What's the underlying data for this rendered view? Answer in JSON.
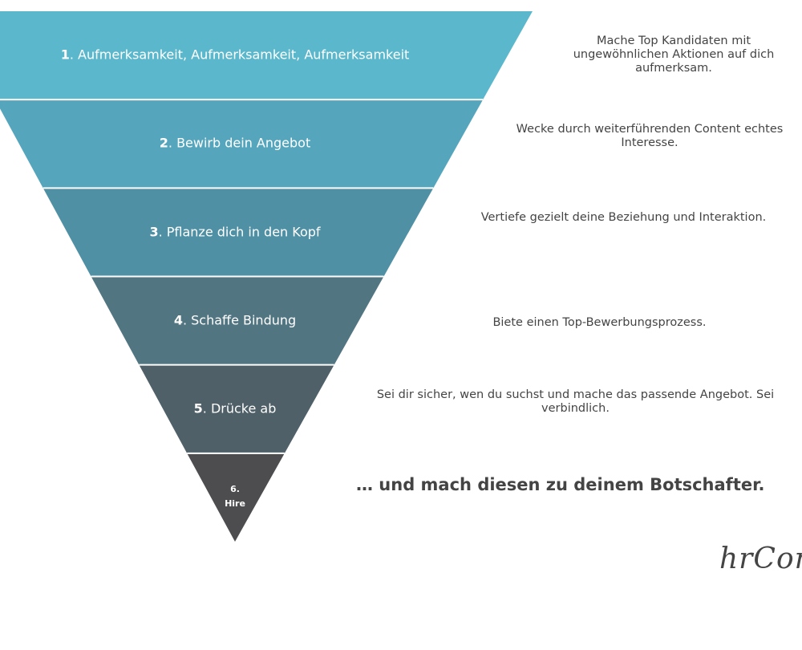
{
  "funnel": {
    "stages": [
      {
        "number": "1",
        "label": "Aufmerksamkeit, Aufmerksamkeit, Aufmerksamkeit",
        "description": "Mache Top Kandidaten mit ungewöhnlichen Aktionen auf dich aufmerksam.",
        "color": "#5bb8cc"
      },
      {
        "number": "2",
        "label": "Bewirb dein Angebot",
        "description": "Wecke durch weiterführenden Content echtes Interesse.",
        "color": "#55a6bd"
      },
      {
        "number": "3",
        "label": "Pflanze dich in den Kopf",
        "description": "Vertiefe gezielt deine Beziehung und Interaktion.",
        "color": "#5090a4"
      },
      {
        "number": "4",
        "label": "Schaffe Bindung",
        "description": "Biete einen Top-Bewerbungsprozess.",
        "color": "#527582"
      },
      {
        "number": "5",
        "label": "Drücke ab",
        "description": "Sei dir sicher, wen du suchst und mache das passende Angebot. Sei verbindlich.",
        "color": "#4f6068"
      },
      {
        "number": "6.",
        "label": "Hire",
        "description": "",
        "color": "#4d4d4f"
      }
    ]
  },
  "tagline": "… und mach diesen zu deinem Botschafter.",
  "logo": "hrCon"
}
